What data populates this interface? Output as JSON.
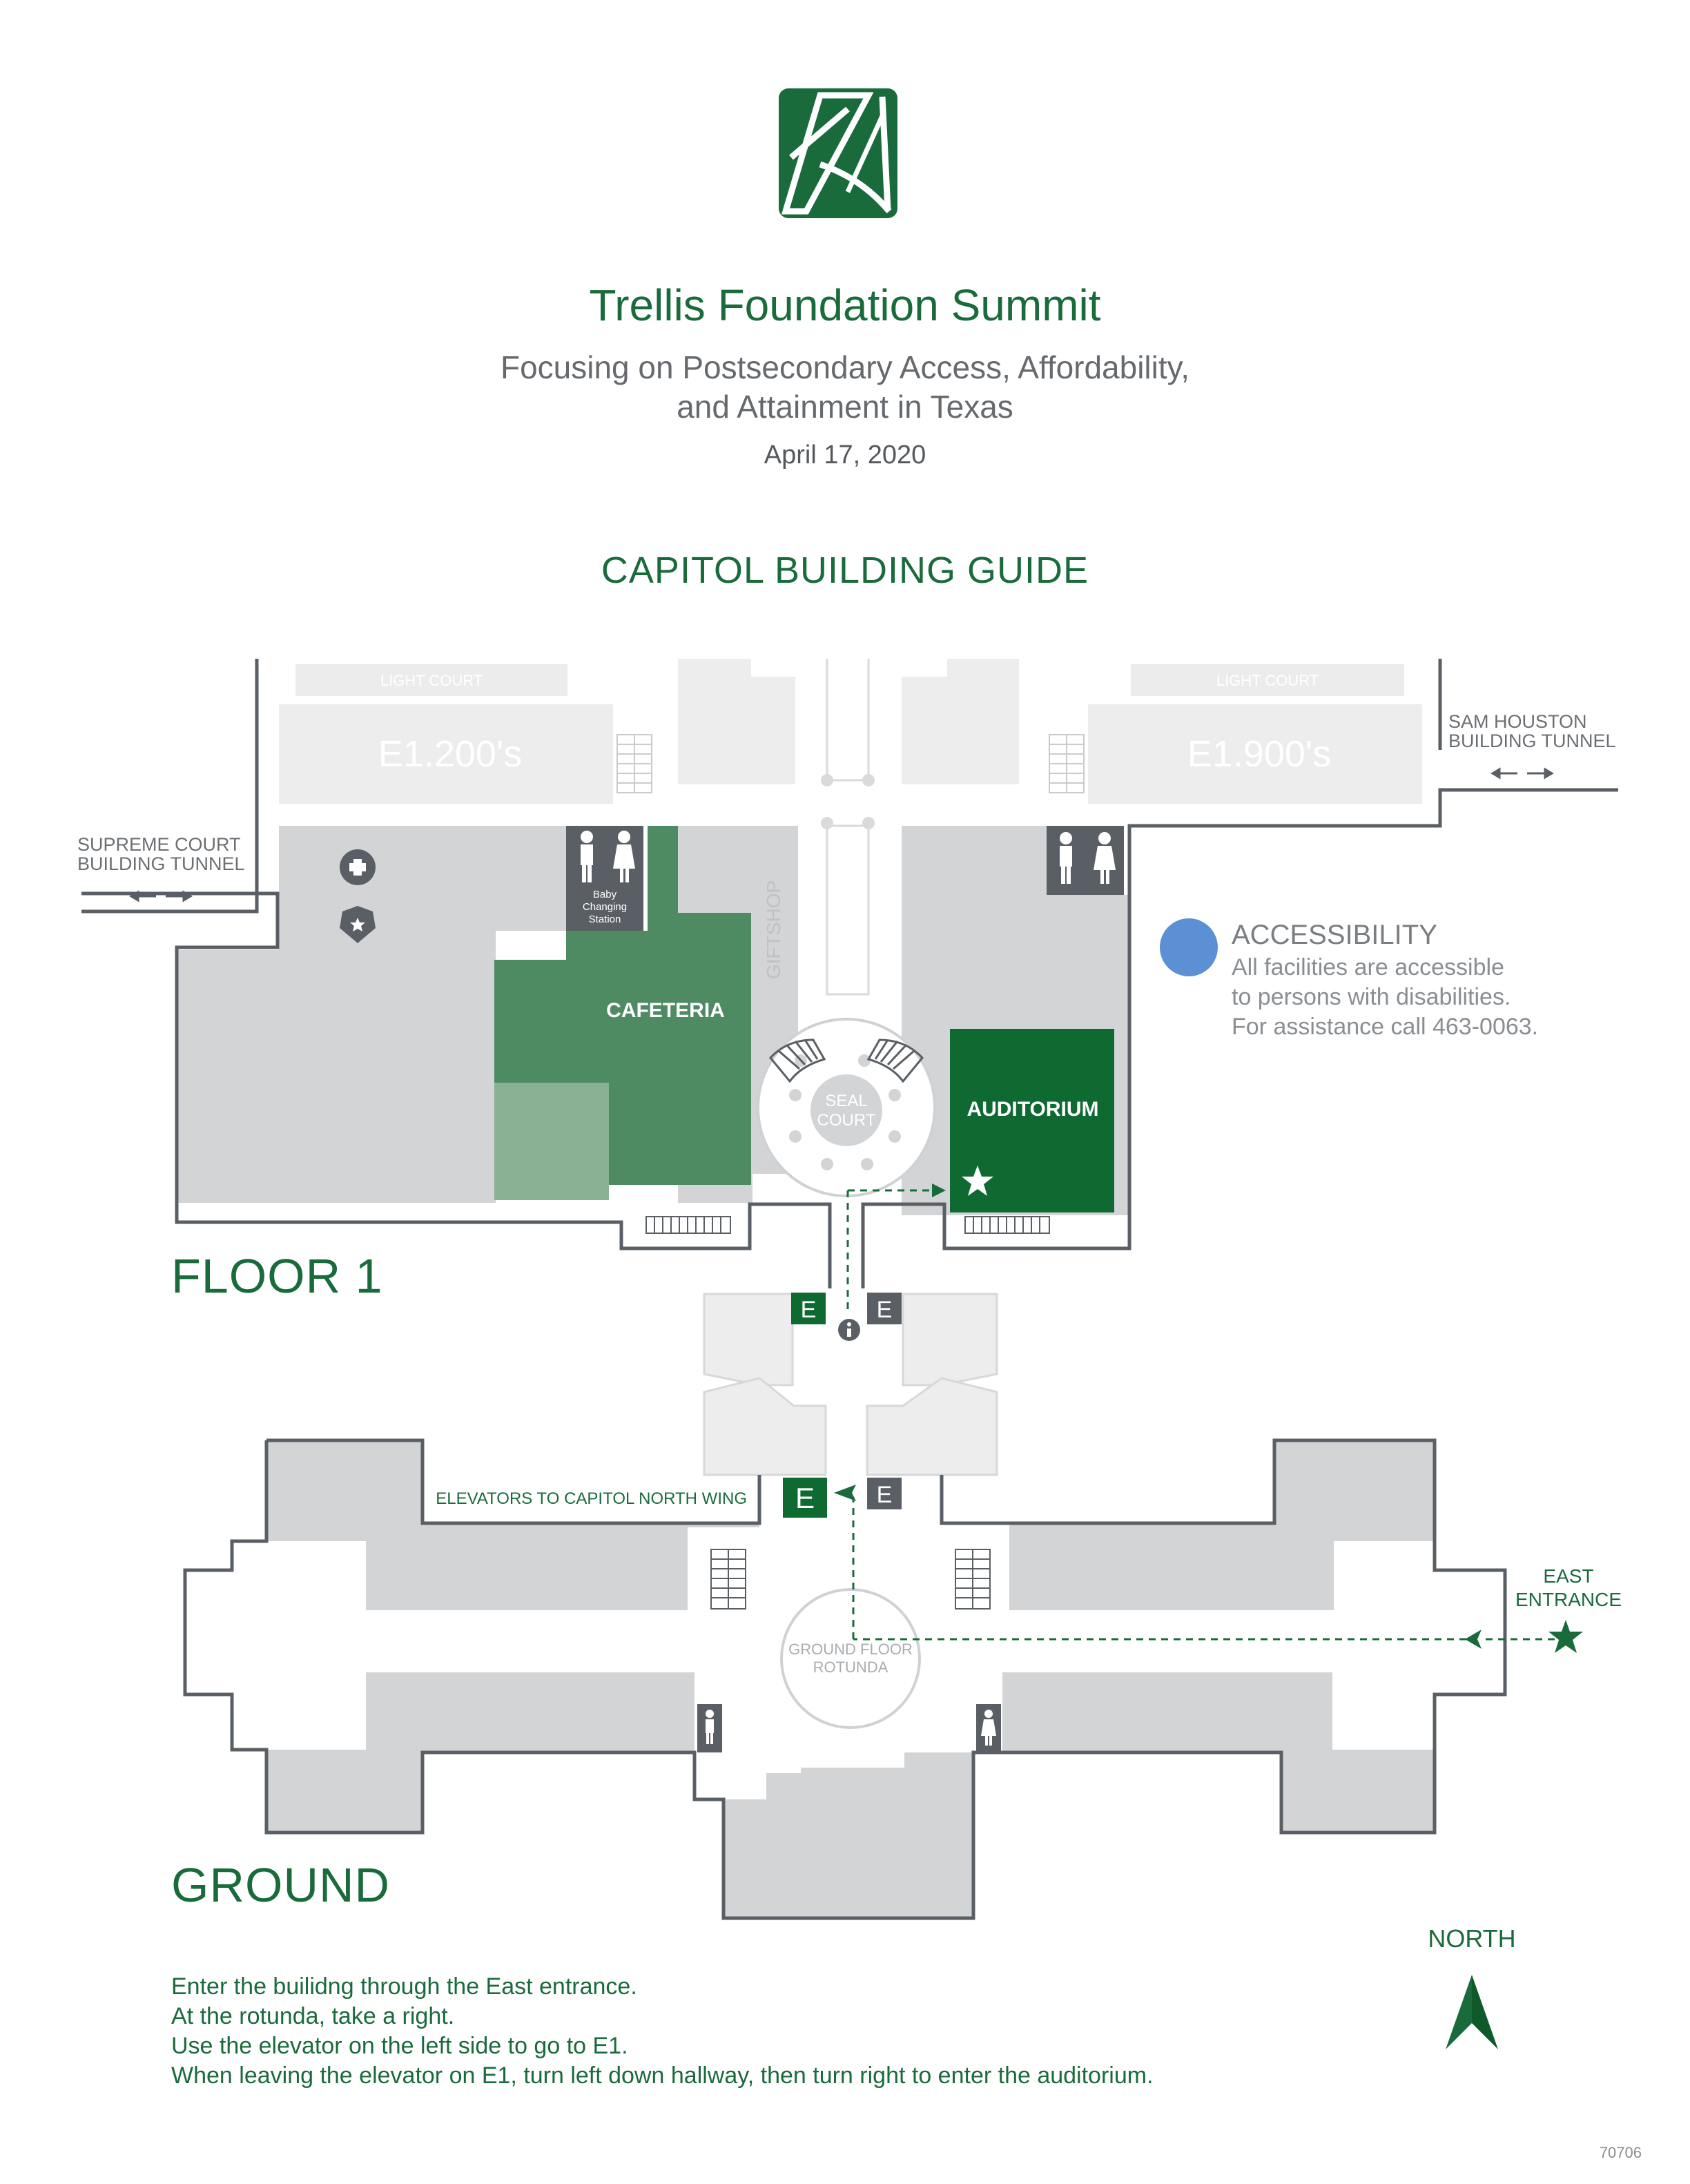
{
  "header": {
    "title": "Trellis Foundation Summit",
    "subtitle_line1": "Focusing on Postsecondary Access, Affordability,",
    "subtitle_line2": "and Attainment in Texas",
    "date": "April 17, 2020"
  },
  "guide_title": "CAPITOL BUILDING GUIDE",
  "colors": {
    "brand_green": "#1a6b3c",
    "cafeteria_green": "#4e8b63",
    "cafeteria_light": "#8ab194",
    "room_gray": "#d2d4d6",
    "wall": "#5a5f66",
    "accessibility_blue": "#5b90d4"
  },
  "floor1": {
    "label": "FLOOR 1",
    "light_court_left": "LIGHT COURT",
    "light_court_right": "LIGHT COURT",
    "room_left": "E1.200's",
    "room_right": "E1.900's",
    "cafeteria": "CAFETERIA",
    "auditorium": "AUDITORIUM",
    "giftshop": "GIFTSHOP",
    "seal_court_1": "SEAL",
    "seal_court_2": "COURT",
    "baby_1": "Baby",
    "baby_2": "Changing",
    "baby_3": "Station",
    "supreme_1": "SUPREME COURT",
    "supreme_2": "BUILDING TUNNEL",
    "houston_1": "SAM HOUSTON",
    "houston_2": "BUILDING TUNNEL",
    "elevator_letter": "E",
    "icons": [
      "first-aid-icon",
      "police-badge-icon",
      "restroom-icon",
      "info-icon",
      "star-icon",
      "stairs-icon"
    ]
  },
  "ground": {
    "label": "GROUND",
    "elevators_label": "ELEVATORS TO CAPITOL NORTH WING",
    "rotunda_1": "GROUND FLOOR",
    "rotunda_2": "ROTUNDA",
    "east_1": "EAST",
    "east_2": "ENTRANCE",
    "elevator_letter": "E"
  },
  "accessibility": {
    "heading": "ACCESSIBILITY",
    "line1": "All facilities are accessible",
    "line2": "to persons with disabilities.",
    "line3": "For assistance call 463-0063."
  },
  "north_label": "NORTH",
  "instructions": [
    "Enter the builidng through the East entrance.",
    "At the rotunda, take a right.",
    "Use the elevator on the left side to go to E1.",
    "When leaving the elevator on E1, turn left down hallway, then turn right to enter the auditorium."
  ],
  "doc_number": "70706"
}
